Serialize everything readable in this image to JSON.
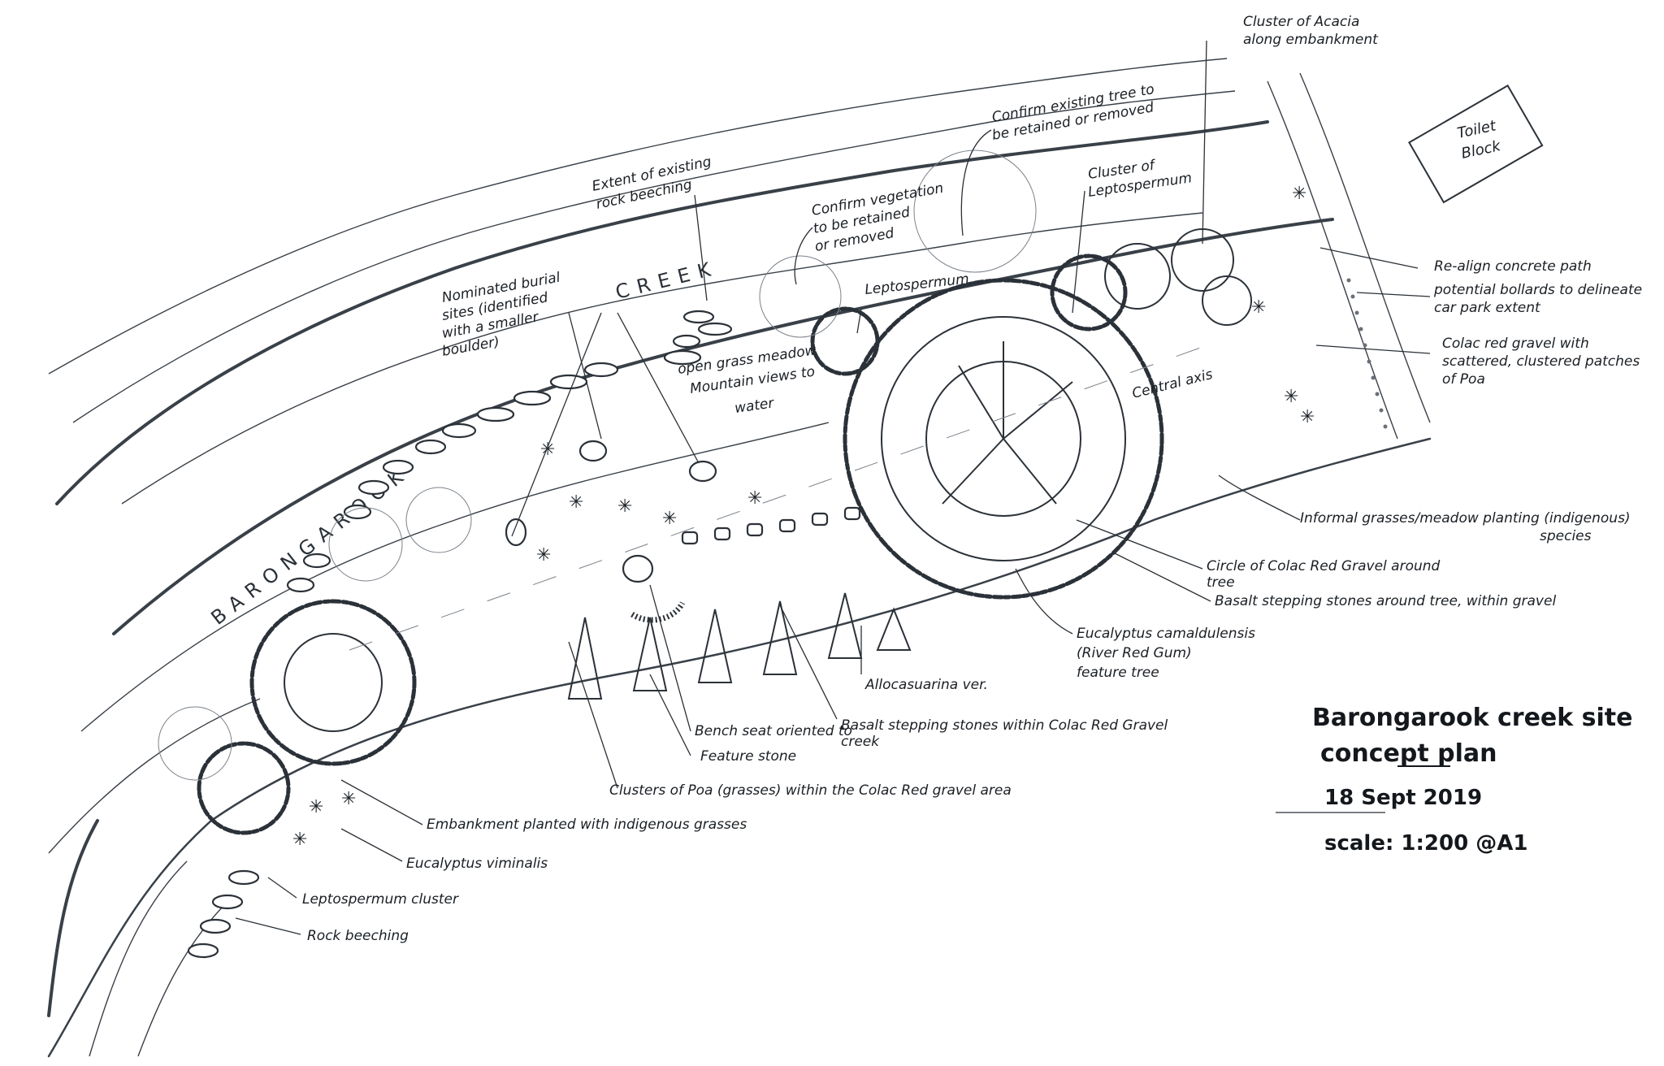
{
  "creek_name": {
    "word1": "BARONGAROOK",
    "word2": "CREEK"
  },
  "title_block": {
    "title_line1": "Barongarook creek site",
    "title_line2": "concept plan",
    "date": "18 Sept 2019",
    "scale": "scale: 1:200 @A1"
  },
  "annotations": {
    "acacia": [
      "Cluster of Acacia",
      "along embankment"
    ],
    "confirm_tree": [
      "Confirm existing tree to",
      "be retained or removed"
    ],
    "toilet": [
      "Toilet",
      "Block"
    ],
    "rock_extent": [
      "Extent of existing",
      "rock beeching"
    ],
    "confirm_veg": [
      "Confirm vegetation",
      "to be retained",
      "or removed"
    ],
    "lepto_cluster_top": [
      "Cluster of",
      "Leptospermum"
    ],
    "realign_path": [
      "Re-align concrete path"
    ],
    "bollards": [
      "potential bollards to delineate",
      "car park extent"
    ],
    "colac_gravel": [
      "Colac red gravel with",
      "scattered, clustered patches",
      "of Poa"
    ],
    "leptospermum": [
      "Leptospermum"
    ],
    "burial": [
      "Nominated burial",
      "sites (identified",
      "with a smaller",
      "boulder)"
    ],
    "meadow": [
      "open grass meadow",
      "Mountain views to",
      "water"
    ],
    "central_axis": [
      "Central axis"
    ],
    "informal_grasses": [
      "Informal grasses/meadow planting (indigenous)",
      "species"
    ],
    "circle_gravel": [
      "Circle of Colac Red Gravel around",
      "tree"
    ],
    "basalt_tree": [
      "Basalt stepping stones around tree, within gravel"
    ],
    "eucalyptus_cam": [
      "Eucalyptus camaldulensis",
      "(River Red Gum)",
      "feature tree"
    ],
    "allocasuarina": [
      "Allocasuarina ver."
    ],
    "bench": [
      "Bench seat oriented to",
      "creek"
    ],
    "basalt_gravel": [
      "Basalt stepping stones within Colac Red Gravel"
    ],
    "feature_stone": [
      "Feature stone"
    ],
    "poa_clusters": [
      "Clusters of Poa (grasses) within the Colac Red gravel area"
    ],
    "embankment": [
      "Embankment planted with indigenous grasses"
    ],
    "eucalyptus_vim": [
      "Eucalyptus viminalis"
    ],
    "lepto_cluster_bottom": [
      "Leptospermum cluster"
    ],
    "rock_beeching": [
      "Rock beeching"
    ]
  }
}
